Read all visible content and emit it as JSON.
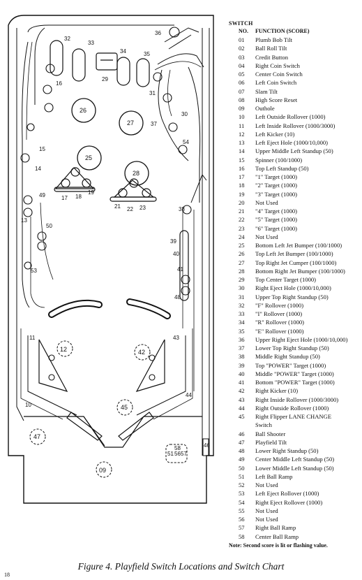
{
  "chart": {
    "header_switch": "SWITCH",
    "header_no": "NO.",
    "header_function": "FUNCTION (SCORE)",
    "rows": [
      {
        "no": "01",
        "fn": "Plumb Bob Tilt"
      },
      {
        "no": "02",
        "fn": "Ball Roll Tilt"
      },
      {
        "no": "03",
        "fn": "Credit Button"
      },
      {
        "no": "04",
        "fn": "Right Coin Switch"
      },
      {
        "no": "05",
        "fn": "Center Coin Switch"
      },
      {
        "no": "06",
        "fn": "Left Coin Switch"
      },
      {
        "no": "07",
        "fn": "Slam Tilt"
      },
      {
        "no": "08",
        "fn": "High Score Reset"
      },
      {
        "no": "09",
        "fn": "Outhole"
      },
      {
        "no": "10",
        "fn": "Left Outside Rollover (1000)"
      },
      {
        "no": "11",
        "fn": "Left Inside Rollover (1000/3000)"
      },
      {
        "no": "12",
        "fn": "Left Kicker (10)"
      },
      {
        "no": "13",
        "fn": "Left Eject Hole (1000/10,000)"
      },
      {
        "no": "14",
        "fn": "Upper Middle Left Standup (50)"
      },
      {
        "no": "15",
        "fn": "Spinner (100/1000)"
      },
      {
        "no": "16",
        "fn": "Top Left Standup (50)"
      },
      {
        "no": "17",
        "fn": "\"1\" Target (1000)"
      },
      {
        "no": "18",
        "fn": "\"2\" Target (1000)"
      },
      {
        "no": "19",
        "fn": "\"3\" Target (1000)"
      },
      {
        "no": "20",
        "fn": "Not Used"
      },
      {
        "no": "21",
        "fn": "\"4\" Target (1000)"
      },
      {
        "no": "22",
        "fn": "\"5\" Target (1000)"
      },
      {
        "no": "23",
        "fn": "\"6\" Target (1000)"
      },
      {
        "no": "24",
        "fn": "Not Used"
      },
      {
        "no": "25",
        "fn": "Bottom Left Jet Bumper (100/1000)"
      },
      {
        "no": "26",
        "fn": "Top Left Jet Bumper (100/1000)"
      },
      {
        "no": "27",
        "fn": "Top Right Jet Cumper (100/1000)"
      },
      {
        "no": "28",
        "fn": "Bottom Right Jet Bumper (100/1000)"
      },
      {
        "no": "29",
        "fn": "Top Center Target (1000)"
      },
      {
        "no": "30",
        "fn": "Right Eject Hole (1000/10,000)"
      },
      {
        "no": "31",
        "fn": "Upper Top Right Standup (50)"
      },
      {
        "no": "32",
        "fn": "\"F\" Rollover (1000)"
      },
      {
        "no": "33",
        "fn": "\"I\" Rollover (1000)"
      },
      {
        "no": "34",
        "fn": "\"R\" Rollover (1000)"
      },
      {
        "no": "35",
        "fn": "\"E\" Rollover (1000)"
      },
      {
        "no": "36",
        "fn": "Upper Right Eject Hole (1000/10,000)"
      },
      {
        "no": "37",
        "fn": "Lower Top Right Standup (50)"
      },
      {
        "no": "38",
        "fn": "Middle Right Standup (50)"
      },
      {
        "no": "39",
        "fn": "Top \"POWER\" Target (1000)"
      },
      {
        "no": "40",
        "fn": "Middle \"POWER\" Target (1000)"
      },
      {
        "no": "41",
        "fn": "Bottom \"POWER\" Target (1000)"
      },
      {
        "no": "42",
        "fn": "Right Kicker (10)"
      },
      {
        "no": "43",
        "fn": "Right Inside Rollover (1000/3000)"
      },
      {
        "no": "44",
        "fn": "Right Outside Rollover (1000)"
      },
      {
        "no": "45",
        "fn": "Right Flipper LANE CHANGE"
      },
      {
        "no": "",
        "fn": "Switch"
      },
      {
        "no": "46",
        "fn": "Ball Shooter"
      },
      {
        "no": "47",
        "fn": "Playfield Tilt"
      },
      {
        "no": "48",
        "fn": "Lower Right Standup (50)"
      },
      {
        "no": "49",
        "fn": "Center Middle Left Standup (50)"
      },
      {
        "no": "50",
        "fn": "Lower Middle Left Standup (50)"
      },
      {
        "no": "51",
        "fn": "Left Ball Ramp"
      },
      {
        "no": "52",
        "fn": "Not Used"
      },
      {
        "no": "53",
        "fn": "Left Eject Rollover (1000)"
      },
      {
        "no": "54",
        "fn": "Right Eject Rollover (1000)"
      },
      {
        "no": "55",
        "fn": "Not Used"
      },
      {
        "no": "56",
        "fn": "Not Used"
      },
      {
        "no": "57",
        "fn": "Right Ball Ramp"
      },
      {
        "no": "58",
        "fn": "Center Ball Ramp"
      }
    ],
    "note": "Note: Second score is lit or flashing value."
  },
  "caption": "Figure 4. Playfield Switch Locations and Switch Chart",
  "page_number": "18",
  "labels": {
    "l01": "09",
    "l02": "10",
    "l03": "11",
    "l04": "12",
    "l05": "13",
    "l06": "14",
    "l07": "15",
    "l08": "16",
    "l09": "17",
    "l10": "18",
    "l11": "19",
    "l12": "21",
    "l13": "22",
    "l14": "23",
    "l15": "25",
    "l16": "26",
    "l17": "27",
    "l18": "28",
    "l19": "29",
    "l20": "30",
    "l21": "31",
    "l22": "32",
    "l23": "33",
    "l24": "34",
    "l25": "35",
    "l26": "36",
    "l27": "37",
    "l28": "38",
    "l29": "39",
    "l30": "40",
    "l31": "41",
    "l32": "42",
    "l33": "43",
    "l34": "44",
    "l35": "45",
    "l36": "46",
    "l37": "47",
    "l38": "48",
    "l39": "49",
    "l40": "50",
    "l41": "51",
    "l42": "53",
    "l43": "54",
    "l44": "56",
    "l45": "57",
    "l46": "58"
  }
}
